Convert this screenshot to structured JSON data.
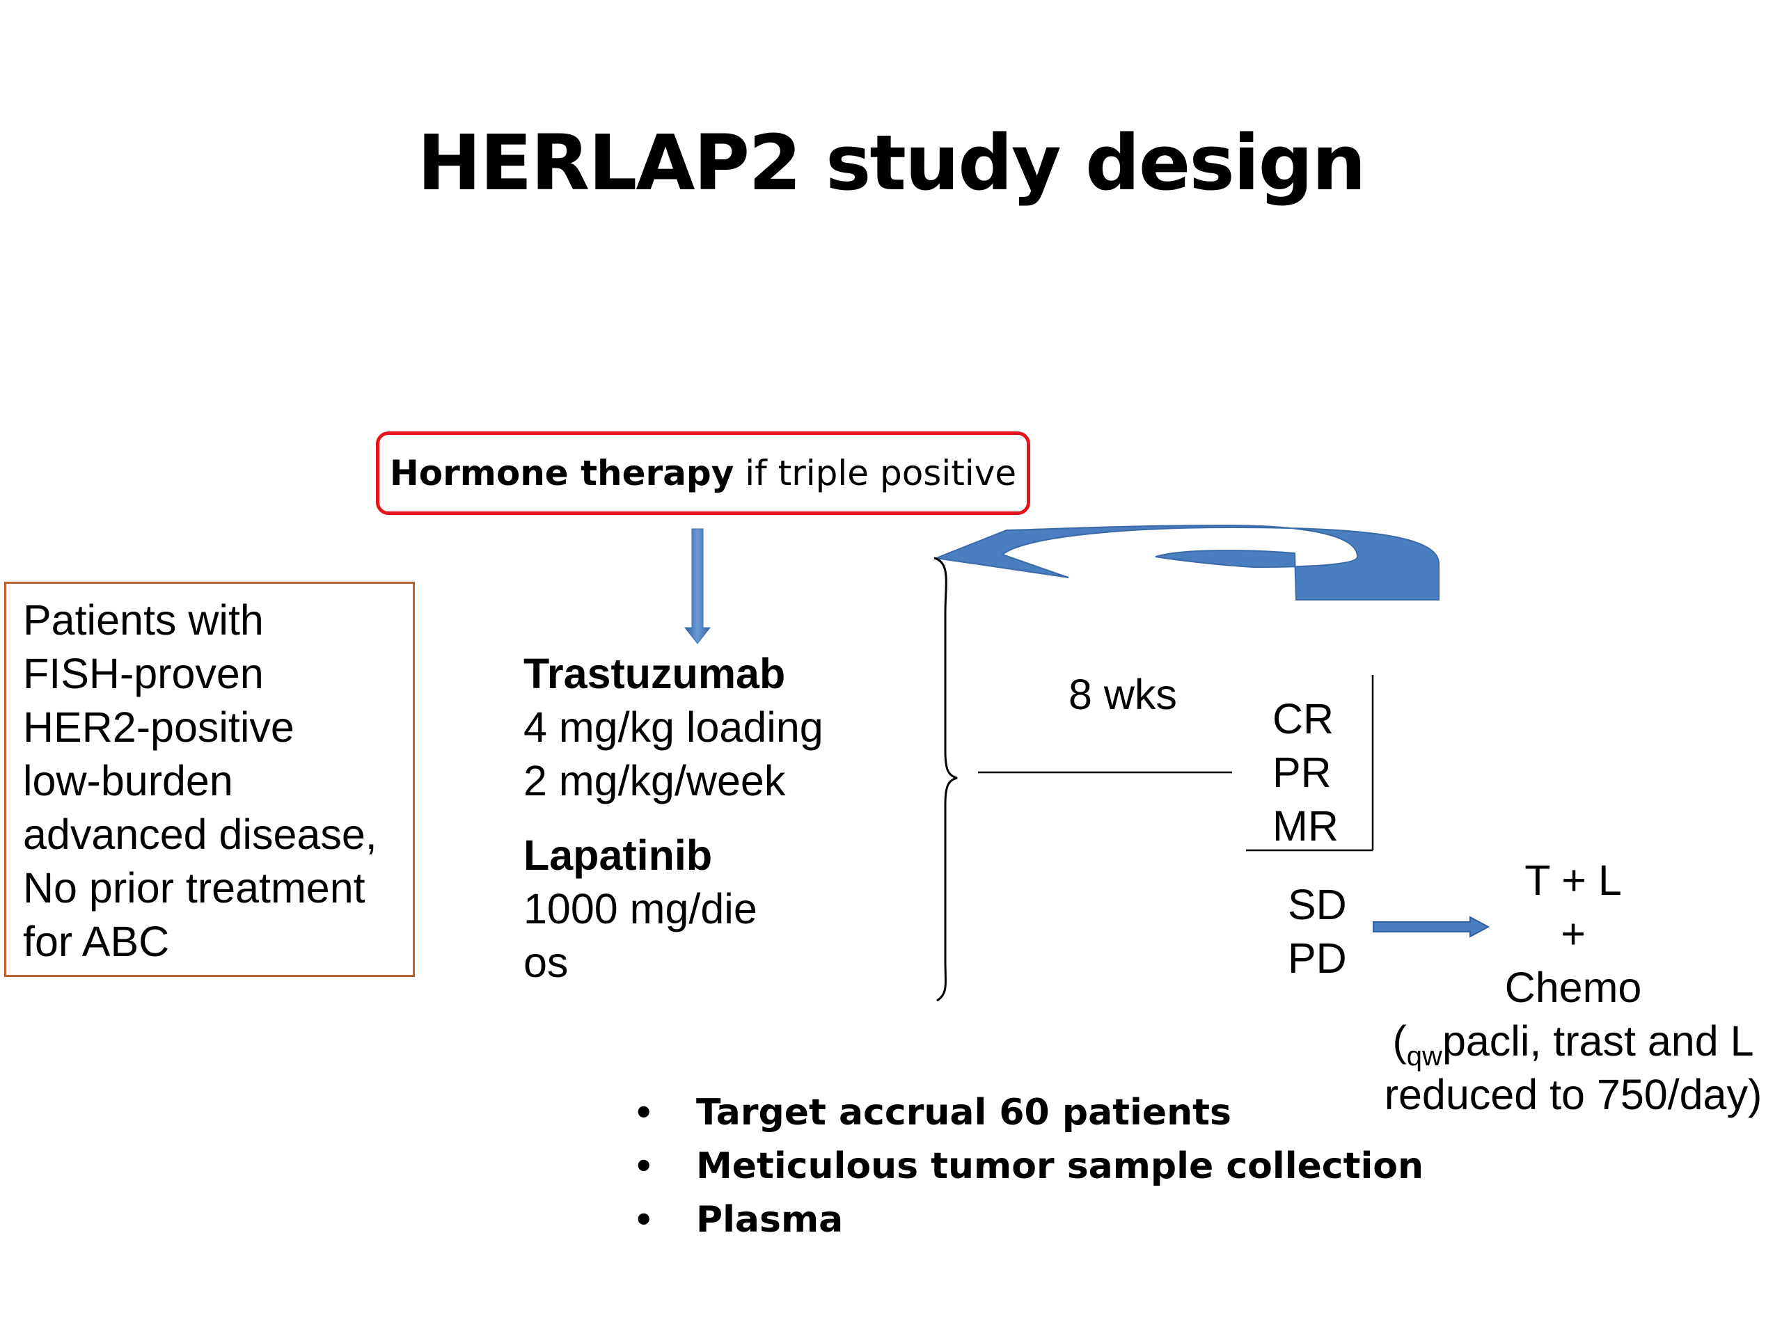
{
  "title": "HERLAP2 study design",
  "hormone_box": {
    "bold": "Hormone therapy",
    "rest": "if triple positive"
  },
  "patients_box": {
    "lines": [
      "Patients with",
      "FISH-proven",
      "HER2-positive",
      "low-burden",
      "advanced disease,",
      "No prior treatment",
      "for ABC"
    ]
  },
  "treatment": {
    "drug1_name": "Trastuzumab",
    "drug1_lines": [
      "4 mg/kg loading",
      "2 mg/kg/week"
    ],
    "drug2_name": "Lapatinib",
    "drug2_lines": [
      "1000 mg/die",
      "os"
    ]
  },
  "duration": "8 wks",
  "responses_continue": [
    "CR",
    "PR",
    "MR"
  ],
  "responses_switch": [
    "SD",
    "PD"
  ],
  "switch_regimen": {
    "line1": "T + L",
    "line2": "+",
    "line3": "Chemo",
    "line4_open": "(",
    "line4_sub": "qw",
    "line4_rest": "pacli, trast and L",
    "line5": "reduced to 750/day)"
  },
  "bullets": [
    "Target accrual 60 patients",
    "Meticulous tumor sample collection",
    "Plasma"
  ],
  "colors": {
    "hormone_border": "#e8141c",
    "patients_border": "#c0632a",
    "arrow_fill": "#4a7ec0"
  }
}
